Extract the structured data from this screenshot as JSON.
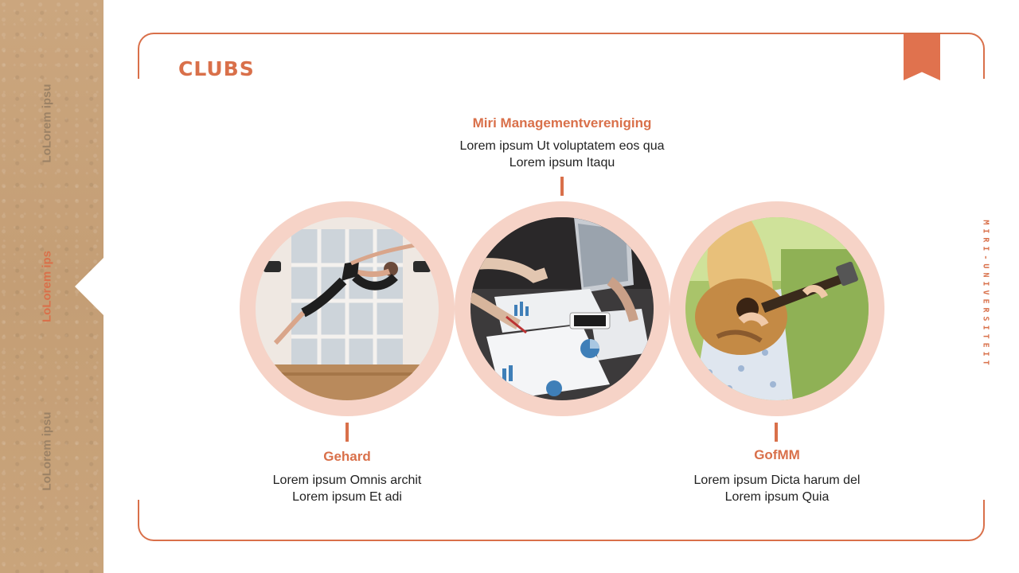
{
  "sidebar": {
    "tabs": [
      {
        "label": "LoLorem ipsu",
        "active": false
      },
      {
        "label": "LoLorem ips",
        "active": true
      },
      {
        "label": "LoLorem ipsu",
        "active": false
      }
    ]
  },
  "header": {
    "title": "CLUBS"
  },
  "brand": "MIRI-UNIVERSITEIT",
  "clubs": [
    {
      "name": "Gehard",
      "line1": "Lorem ipsum Omnis archit",
      "line2": "Lorem ipsum Et adi",
      "image": "dancer-photo"
    },
    {
      "name": "Miri Managementvereniging",
      "line1": "Lorem ipsum Ut voluptatem eos qua",
      "line2": "Lorem ipsum Itaqu",
      "image": "business-meeting-photo"
    },
    {
      "name": "GofMM",
      "line1": "Lorem ipsum Dicta harum del",
      "line2": "Lorem ipsum Quia",
      "image": "guitar-player-photo"
    }
  ],
  "colors": {
    "accent": "#d9704a",
    "circle_ring": "#f6d3c7",
    "sidebar_bg": "#c9a47c",
    "sidebar_text": "#9c8265"
  }
}
